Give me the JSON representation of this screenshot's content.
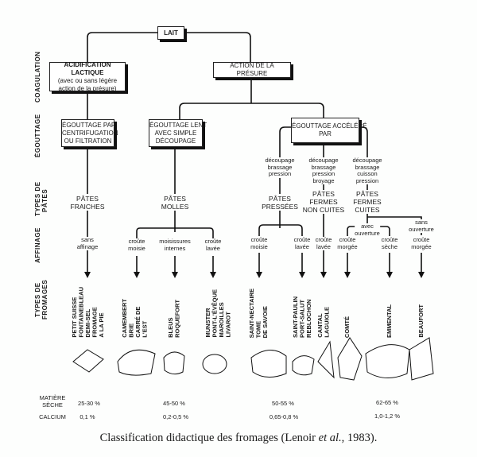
{
  "root": "LAIT",
  "stage_labels": {
    "coagulation": "COAGULATION",
    "egouttage": "ÉGOUTTAGE",
    "types_pates": "TYPES DE\nPÂTES",
    "affinage": "AFFINAGE",
    "types_fromages": "TYPES DE\nFROMAGES",
    "matiere_seche": "MATIÈRE\nSÈCHE",
    "calcium": "CALCIUM"
  },
  "coagulation": {
    "acidification_title": "ACIDIFICATION LACTIQUE",
    "acidification_sub": "(avec ou sans légère\naction de la présure)",
    "presure": "ACTION DE LA PRÉSURE"
  },
  "egouttage": {
    "centrifugation": "ÉGOUTTAGE PAR\nCENTRIFUGATION\nOU FILTRATION",
    "lent": "ÉGOUTTAGE LENT\nAVEC SIMPLE\nDÉCOUPAGE",
    "accelere": "ÉGOUTTAGE ACCÉLÉRÉ\nPAR"
  },
  "procedes": {
    "pressees": "découpage\nbrassage\npression",
    "non_cuites": "découpage\nbrassage\npression\nbroyage",
    "cuites": "découpage\nbrassage\ncuisson\npression"
  },
  "pates": {
    "fraiches": "PÂTES\nFRAICHES",
    "molles": "PÂTES\nMOLLES",
    "pressees": "PÂTES\nPRESSÉES",
    "non_cuites": "PÂTES\nFERMES\nNON CUITES",
    "cuites": "PÂTES\nFERMES\nCUITES"
  },
  "ouverture": {
    "avec": "avec\nouverture",
    "sans": "sans\nouverture"
  },
  "affinage": [
    "sans\naffinage",
    "croûte\nmoisie",
    "moisissures\ninternes",
    "croûte\nlavée",
    "croûte\nmoisie",
    "croûte\nlavée",
    "croûte\nlavée",
    "croûte\nmorgée",
    "croûte\nsèche",
    "croûte\nmorgée"
  ],
  "fromages": [
    "PETIT SUISSE\nFONTAINEBLEAU\nDEMI-SEL\nFROMAGE\nA LA PIE",
    "CAMEMBERT\nBRIE\nCARRÉ DE\nL'EST",
    "BLEUS\nROQUEFORT",
    "MUNSTER\nPONT-L'ÉVÊQUE\nMAROILLES\nLIVAROT",
    "SAINT-NECTAIRE\nTOME\nDE SAVOIE",
    "SAINT-PAULIN\nPORT-SALUT\nREBLOCHON",
    "CANTAL\nLAGUIOLE",
    "COMTÉ",
    "EMMENTAL",
    "BEAUFORT"
  ],
  "matiere_seche": [
    "25-30 %",
    "45-50 %",
    "50-55 %",
    "62-65 %"
  ],
  "calcium": [
    "0,1 %",
    "0,2-0,5 %",
    "0,65-0,8 %",
    "1,0-1,2 %"
  ],
  "caption": {
    "pre": "Classification didactique des fromages (Lenoir ",
    "italic": "et al.",
    "post": ", 1983)."
  }
}
